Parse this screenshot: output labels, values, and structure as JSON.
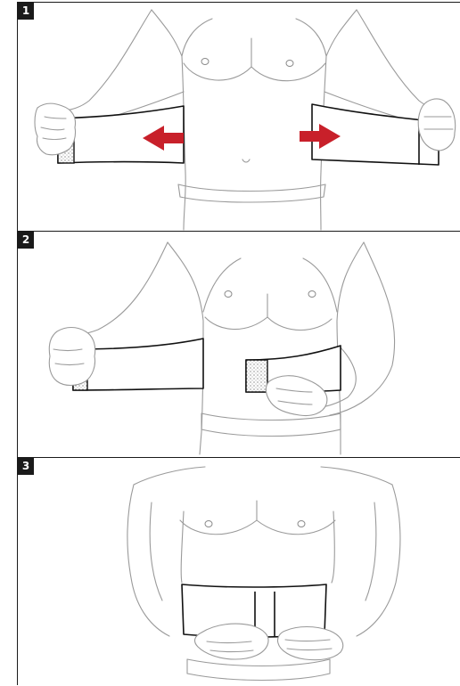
{
  "steps": [
    {
      "number": "1"
    },
    {
      "number": "2"
    },
    {
      "number": "3"
    }
  ],
  "colors": {
    "arrow": "#c8202a",
    "outline": "#9a9a9a",
    "belt": "#111111",
    "badge": "#1a1a1a"
  }
}
